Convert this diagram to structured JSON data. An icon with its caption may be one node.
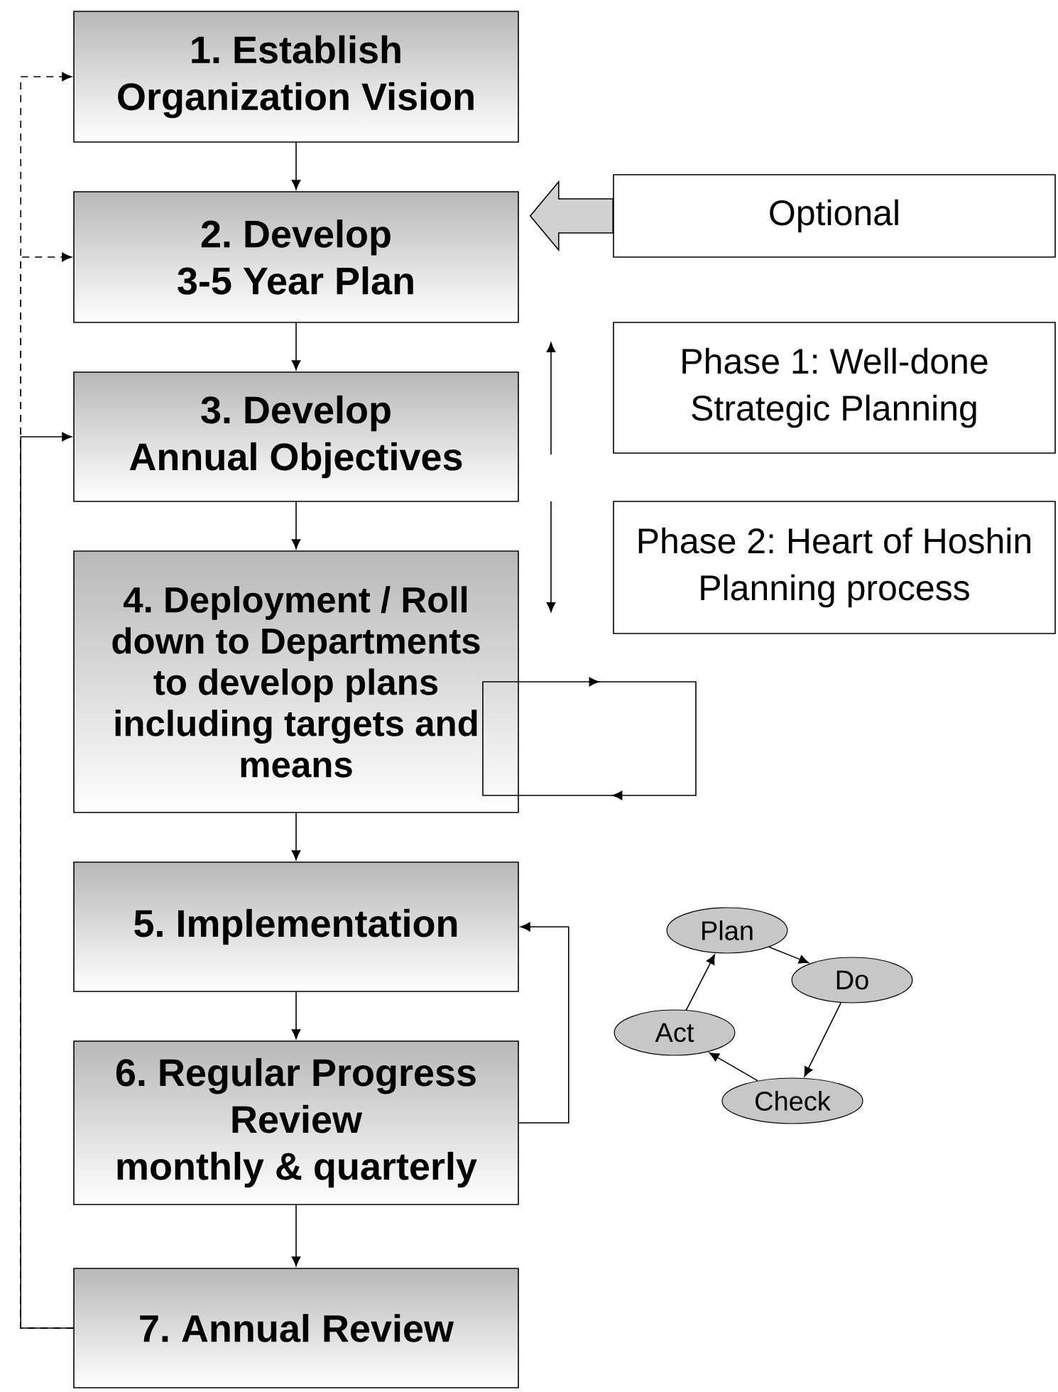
{
  "diagram": {
    "nodes": [
      {
        "text": [
          "1. Establish",
          "Organization Vision"
        ]
      },
      {
        "text": [
          "2. Develop",
          "3-5 Year Plan"
        ]
      },
      {
        "text": [
          "3. Develop",
          "Annual Objectives"
        ]
      },
      {
        "text": [
          "4. Deployment / Roll down to Departments to develop plans including targets and means"
        ]
      },
      {
        "text": [
          "5. Implementation"
        ]
      },
      {
        "text": [
          "6. Regular Progress Review",
          "monthly & quarterly"
        ]
      },
      {
        "text": [
          "7. Annual Review"
        ]
      },
      {
        "text": [
          "Optional"
        ]
      },
      {
        "text": [
          "Phase 1: Well-done Strategic Planning"
        ]
      },
      {
        "text": [
          "Phase 2: Heart of Hoshin Planning process"
        ]
      },
      {
        "text": [
          "Plan"
        ]
      },
      {
        "text": [
          "Do"
        ]
      },
      {
        "text": [
          "Check"
        ]
      },
      {
        "text": [
          "Act"
        ]
      }
    ],
    "edges": [
      {
        "from": 0,
        "to": 1,
        "arrow": "to"
      },
      {
        "from": 1,
        "to": 2,
        "arrow": "to"
      },
      {
        "from": 2,
        "to": 3,
        "arrow": "to"
      },
      {
        "from": 3,
        "to": 4,
        "arrow": "to"
      },
      {
        "from": 4,
        "to": 5,
        "arrow": "to"
      },
      {
        "from": 5,
        "to": 6,
        "arrow": "to"
      },
      {
        "from": 6,
        "to": 2,
        "arrow": "to"
      },
      {
        "from": 6,
        "to": 0,
        "arrow": "to",
        "style": "dashed"
      },
      {
        "from": 6,
        "to": 1,
        "arrow": "to",
        "style": "dashed"
      },
      {
        "from": 5,
        "to": 4,
        "arrow": "to"
      },
      {
        "from": 7,
        "to": 1,
        "arrow": "to",
        "style": "thick"
      },
      {
        "from": 10,
        "to": 11,
        "arrow": "to"
      },
      {
        "from": 11,
        "to": 12,
        "arrow": "to"
      },
      {
        "from": 12,
        "to": 13,
        "arrow": "to"
      },
      {
        "from": 13,
        "to": 10,
        "arrow": "to"
      }
    ]
  }
}
